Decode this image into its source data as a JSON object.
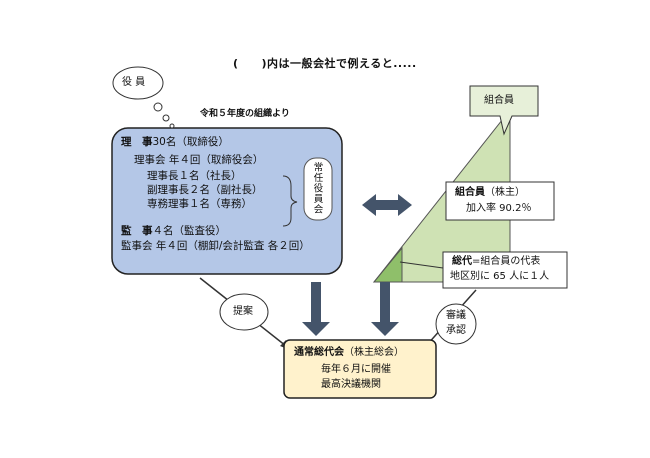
{
  "header": {
    "title": "(　　)内は一般会社で例えると.....",
    "source_note": "令和５年度の組織より"
  },
  "callouts": {
    "yakuin": "役 員",
    "kumiaiin": "組合員"
  },
  "board": {
    "line1_bold": "理　事",
    "line1_rest": "30名（取締役）",
    "line2": "理事会 年４回（取締役会）",
    "line3": "理事長１名（社長）",
    "line4": "副理事長２名（副社長）",
    "line5": "専務理事１名（専務）",
    "standing_committee": "常任役員会",
    "line6_bold": "監　事",
    "line6_rest": "４名（監査役）",
    "line7": "監事会 年４回（棚卸/会計監査 各２回）"
  },
  "members": {
    "title_bold": "組合員",
    "title_rest": "（株主）",
    "rate": "加入率 90.2％"
  },
  "delegates": {
    "title_bold": "総代",
    "title_rest": "=組合員の代表",
    "detail": "地区別に 65 人に１人"
  },
  "labels": {
    "proposal": "提案",
    "deliberation_1": "審議",
    "deliberation_2": "承認"
  },
  "assembly": {
    "title_bold": "通常総代会",
    "title_rest": "（株主総会）",
    "line2": "毎年６月に開催",
    "line3": "最高決議機関"
  },
  "colors": {
    "board_fill": "#b4c7e7",
    "triangle": "#cfe2b4",
    "triangle_dark": "#8fbf6a",
    "assembly_fill": "#fff2cc",
    "arrow": "#44546a"
  }
}
